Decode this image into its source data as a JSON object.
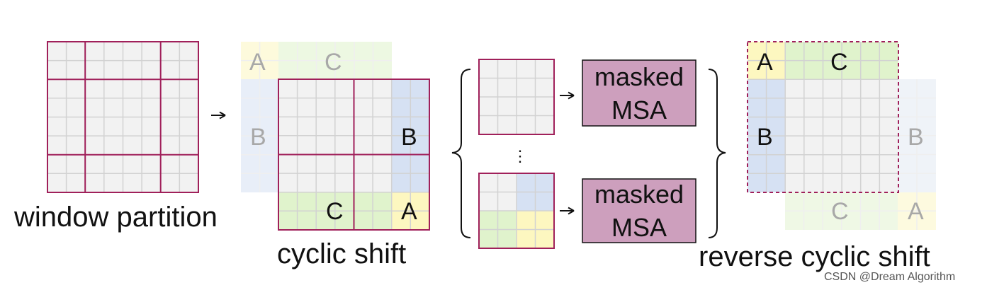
{
  "colors": {
    "cell_bg": "#f2f2f2",
    "grid_line": "#d2d2d2",
    "window_border": "#a0205a",
    "msa_fill": "#cd9fbd",
    "region_a": "#fdf7c0",
    "region_b": "#d6e1f3",
    "region_c": "#e0f3cc"
  },
  "labels": {
    "window_partition": "window partition",
    "cyclic_shift": "cyclic shift",
    "reverse_cyclic_shift": "reverse cyclic shift",
    "masked_msa_line1": "masked",
    "masked_msa_line2": "MSA",
    "vdots": "⋮",
    "watermark": "CSDN @Dream Algorithm"
  },
  "regions": {
    "a": "A",
    "b": "B",
    "c": "C"
  },
  "icons": {
    "arrow": "right-arrow-icon",
    "brace_left": "left-brace-icon",
    "brace_right": "right-brace-icon"
  }
}
